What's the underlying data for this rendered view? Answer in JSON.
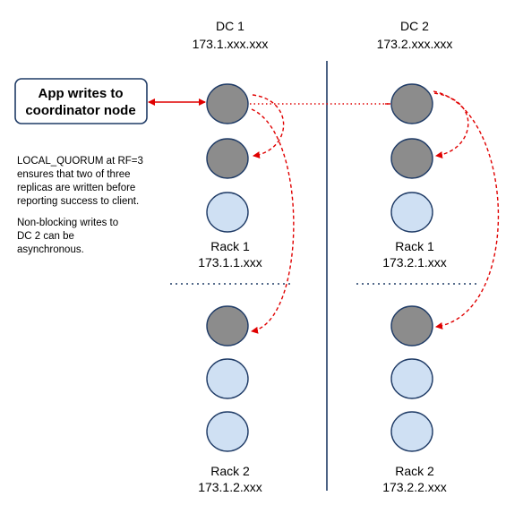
{
  "dc1": {
    "title": "DC 1",
    "address": "173.1.xxx.xxx"
  },
  "dc2": {
    "title": "DC 2",
    "address": "173.2.xxx.xxx"
  },
  "app_box": {
    "line1": "App writes to",
    "line2": "coordinator node"
  },
  "note": {
    "lines": [
      "LOCAL_QUORUM at RF=3",
      "ensures that two of three",
      "replicas are written before",
      "reporting success to client.",
      "",
      "Non-blocking writes to",
      "DC 2 can be",
      "asynchronous."
    ]
  },
  "racks": [
    {
      "name": "Rack 1",
      "address": "173.1.1.xxx"
    },
    {
      "name": "Rack 2",
      "address": "173.1.2.xxx"
    },
    {
      "name": "Rack 1",
      "address": "173.2.1.xxx"
    },
    {
      "name": "Rack 2",
      "address": "173.2.2.xxx"
    }
  ],
  "colors": {
    "active_node": "#8c8c8c",
    "idle_node": "#cfe0f3",
    "node_outline": "#1f3b66",
    "arrow": "#e00000",
    "divider": "#1f3b66"
  }
}
